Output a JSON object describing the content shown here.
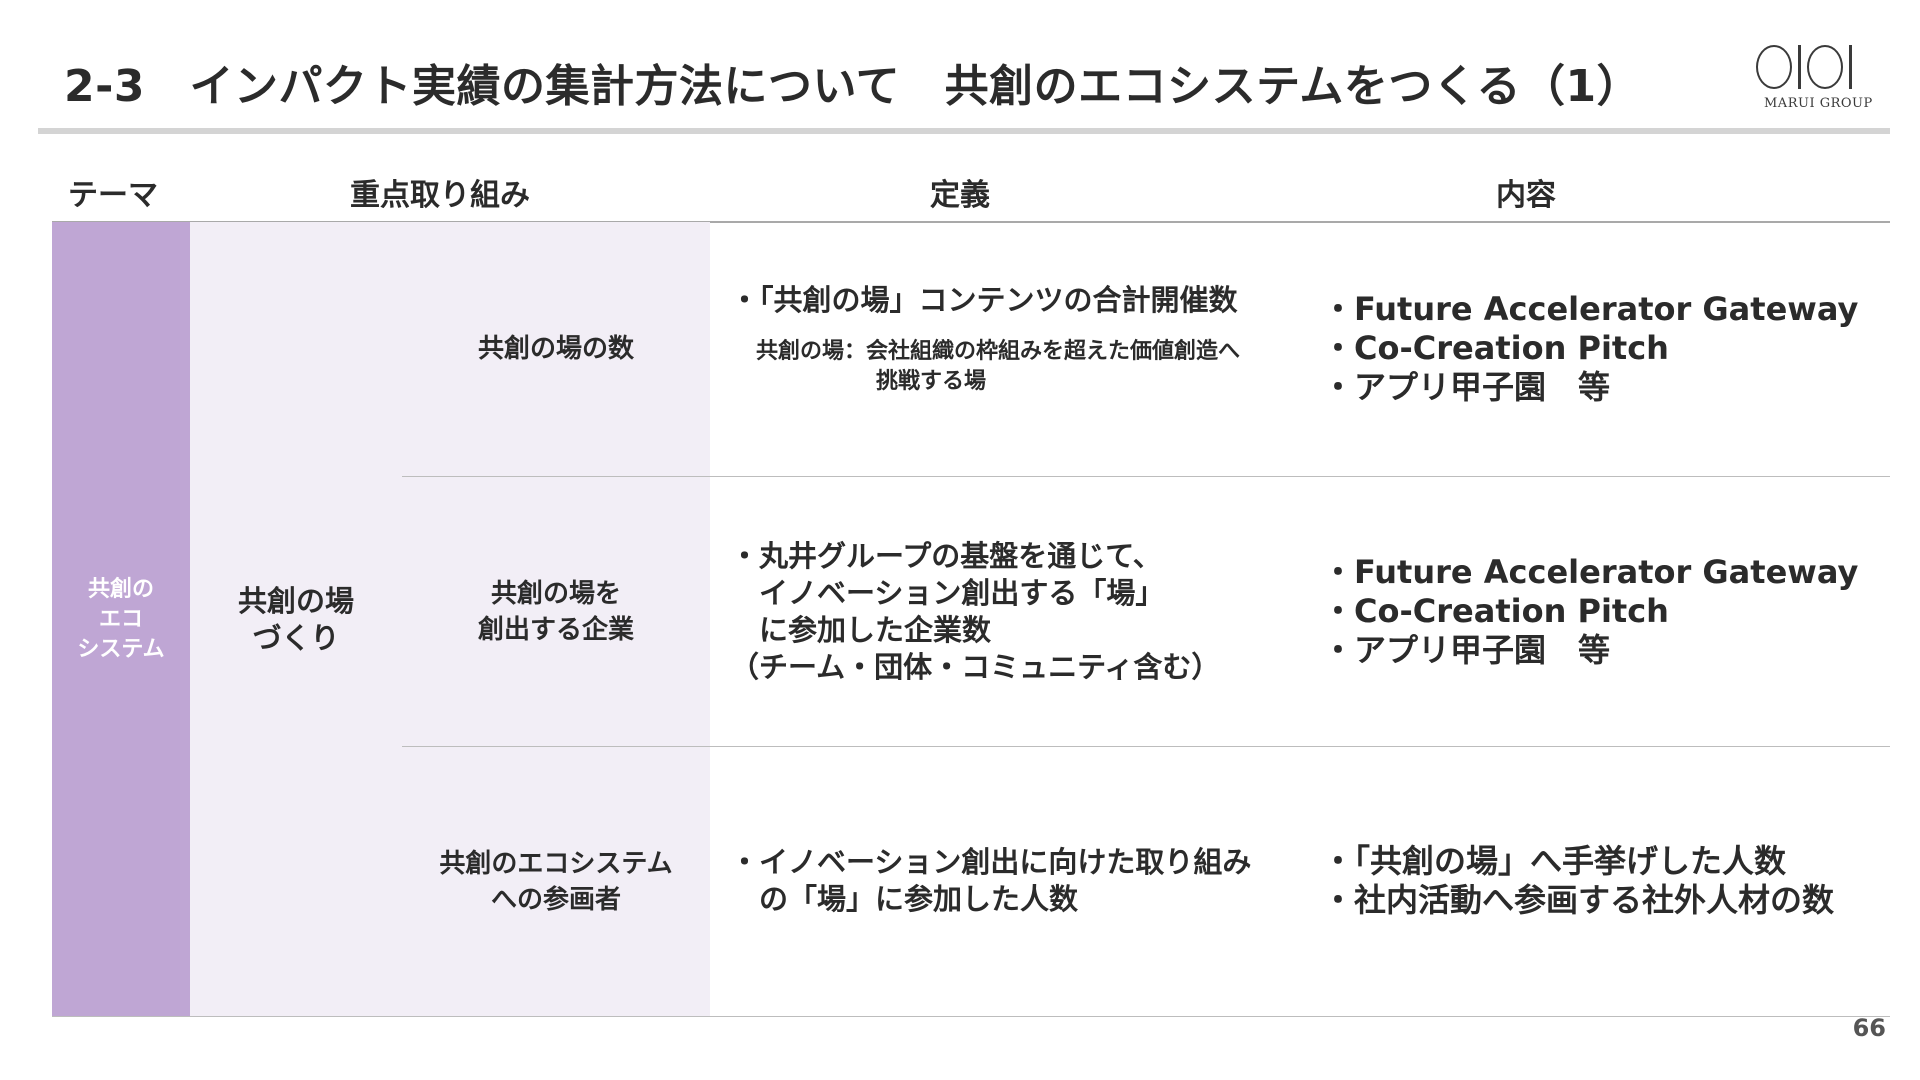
{
  "header": {
    "title": "2-3　インパクト実績の集計方法について　共創のエコシステムをつくる（1）",
    "logo_text": "MARUI GROUP"
  },
  "columns": {
    "theme": "テーマ",
    "focus": "重点取り組み",
    "definition": "定義",
    "content": "内容"
  },
  "theme": "共創の\nエコ\nシステム",
  "focus": "共創の場\nづくり",
  "rows": [
    {
      "label": "共創の場の数",
      "definition": [
        "・「共創の場」コンテンツの合計開催数"
      ],
      "note": [
        "共創の場：会社組織の枠組みを超えた価値創造へ",
        "挑戦する場"
      ],
      "content": [
        "・Future Accelerator Gateway",
        "・Co-Creation Pitch",
        "・アプリ甲子園　等"
      ]
    },
    {
      "label": "共創の場を\n創出する企業",
      "definition": [
        "・丸井グループの基盤を通じて、",
        "　イノベーション創出する「場」",
        "　に参加した企業数",
        "（チーム・団体・コミュニティ含む）"
      ],
      "content": [
        "・Future Accelerator Gateway",
        "・Co-Creation Pitch",
        "・アプリ甲子園　等"
      ]
    },
    {
      "label": "共創のエコシステム\nへの参画者",
      "definition": [
        "・イノベーション創出に向けた取り組み",
        "　の「場」に参加した人数"
      ],
      "content": [
        "・「共創の場」へ手挙げした人数",
        "・社内活動へ参画する社外人材の数"
      ]
    }
  ],
  "page_number": "66"
}
